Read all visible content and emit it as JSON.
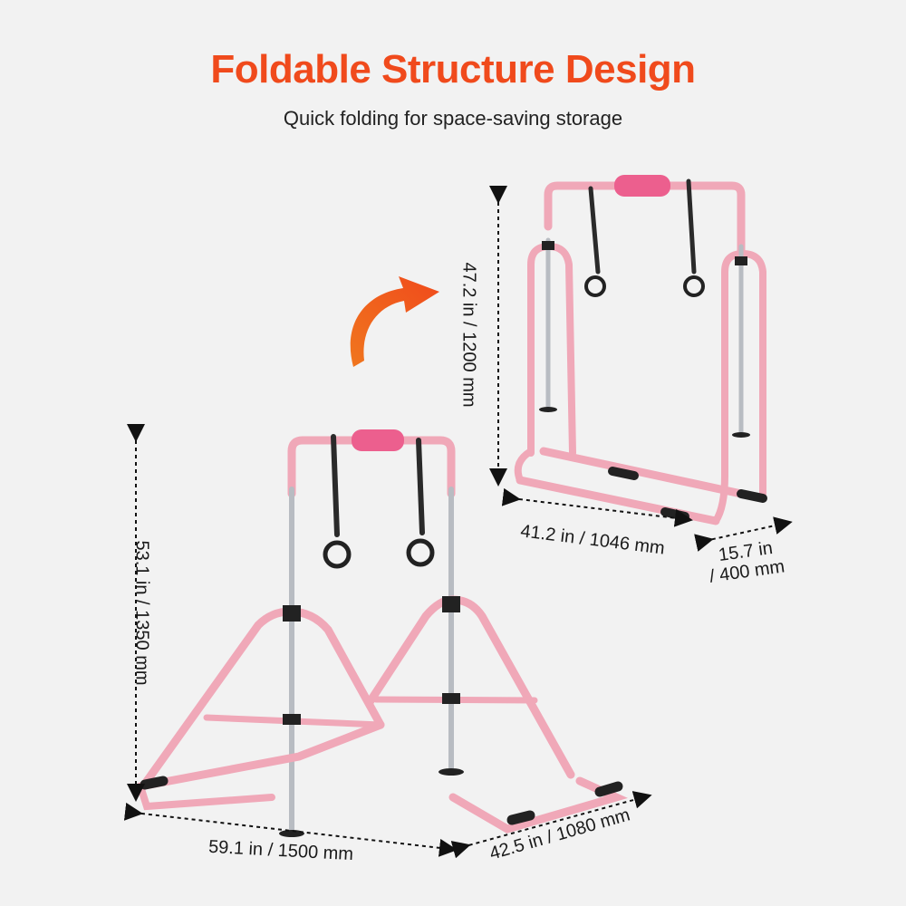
{
  "header": {
    "title": "Foldable Structure Design",
    "subtitle": "Quick folding for space-saving storage"
  },
  "folded_dimensions": {
    "height": "47.2 in / 1200 mm",
    "width": "41.2 in / 1046 mm",
    "depth_line1": "15.7 in",
    "depth_line2": "/ 400 mm"
  },
  "unfolded_dimensions": {
    "height": "53.1 in / 1350 mm",
    "width": "59.1 in / 1500 mm",
    "depth": "42.5 in / 1080 mm"
  },
  "colors": {
    "accent": "#f04a1c",
    "frame_pink": "#f0a8b8",
    "pad_pink": "#ec5f8e",
    "strap": "#2a2a2a",
    "pole_silver": "#b8bcc2"
  }
}
